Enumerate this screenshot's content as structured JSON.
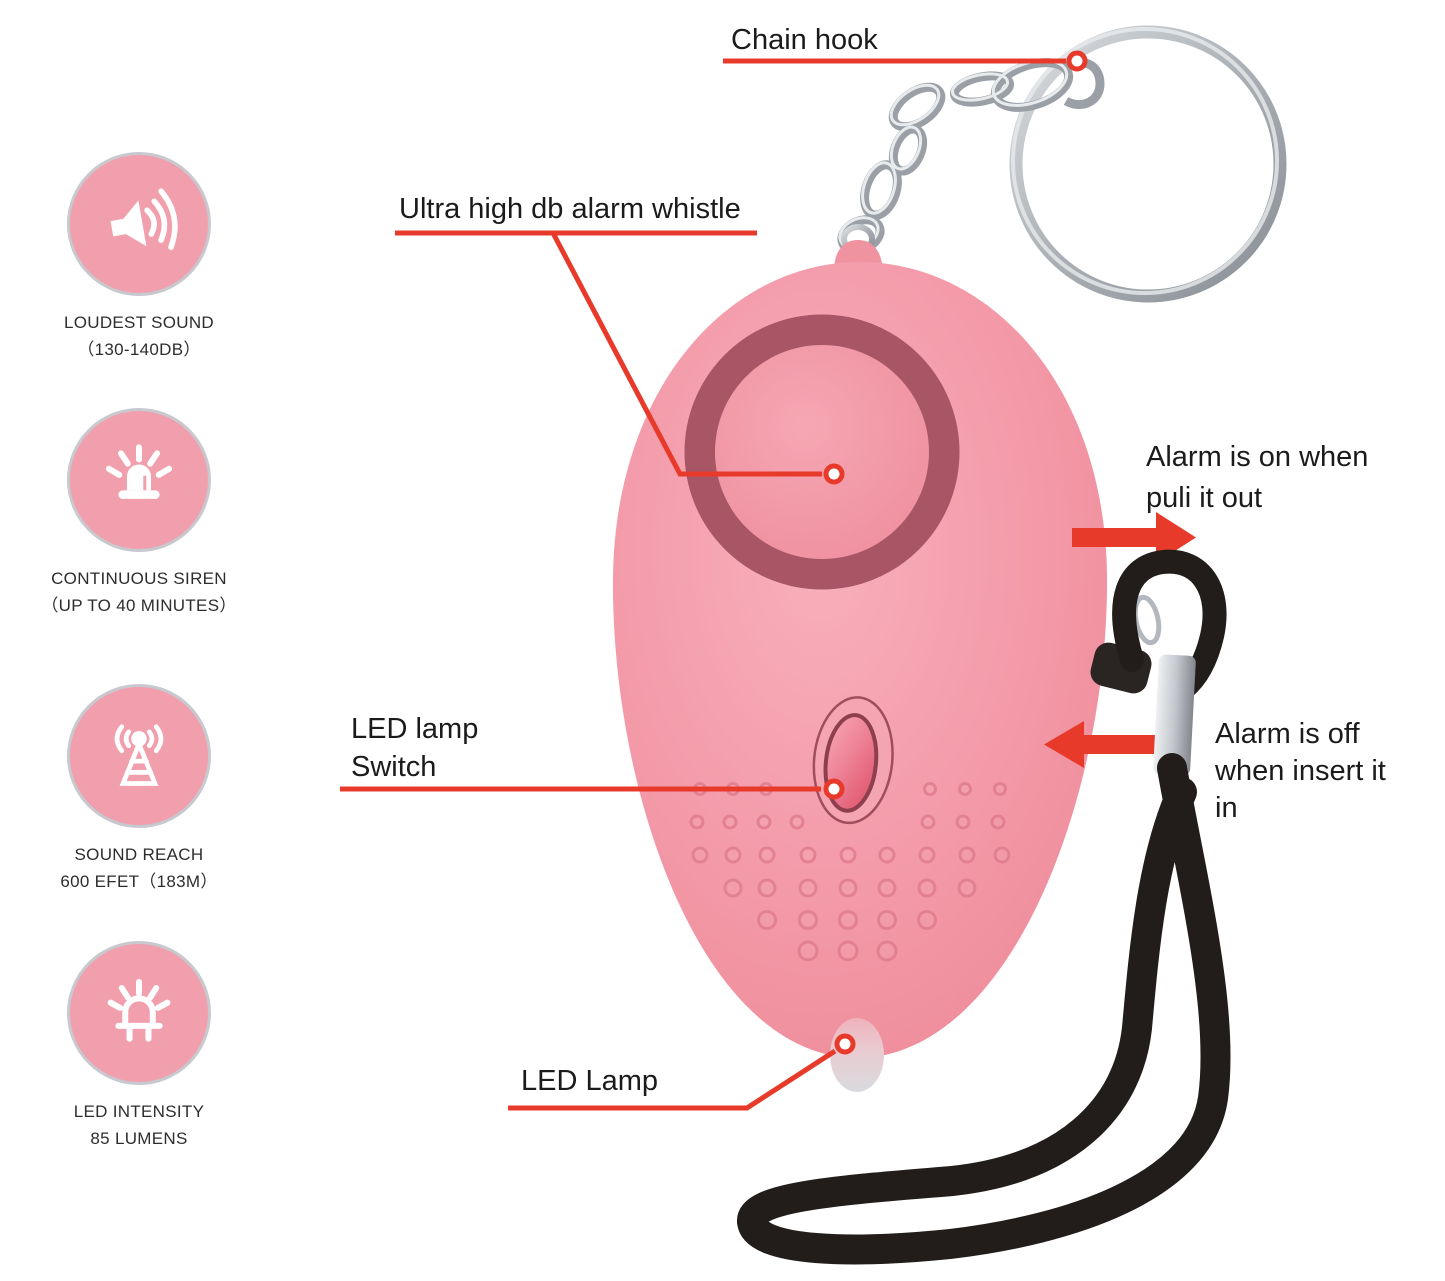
{
  "colors": {
    "accent_red": "#e83a2b",
    "device_pink": "#f49cab",
    "speaker_ring": "#a85666",
    "icon_circle_pink": "#f19fad",
    "cord_black": "#221d1b",
    "metal_silver": "#b9bdc2"
  },
  "features": [
    {
      "icon": "speaker-volume-icon",
      "lines": [
        "LOUDEST SOUND",
        "（130-140DB）"
      ]
    },
    {
      "icon": "siren-light-icon",
      "lines": [
        "CONTINUOUS SIREN",
        "（UP TO 40 MINUTES）"
      ]
    },
    {
      "icon": "signal-tower-icon",
      "lines": [
        "SOUND REACH",
        "600 EFET（183M）"
      ]
    },
    {
      "icon": "led-bulb-icon",
      "lines": [
        "LED INTENSITY",
        "85 LUMENS"
      ]
    }
  ],
  "callouts": {
    "chain_hook": "Chain hook",
    "alarm_whistle": "Ultra high db alarm whistle",
    "led_switch": [
      "LED lamp",
      "Switch"
    ],
    "led_lamp": "LED Lamp",
    "alarm_on": [
      "Alarm is on when",
      "puli it out"
    ],
    "alarm_off": [
      "Alarm is off",
      "when insert it",
      "in"
    ]
  }
}
